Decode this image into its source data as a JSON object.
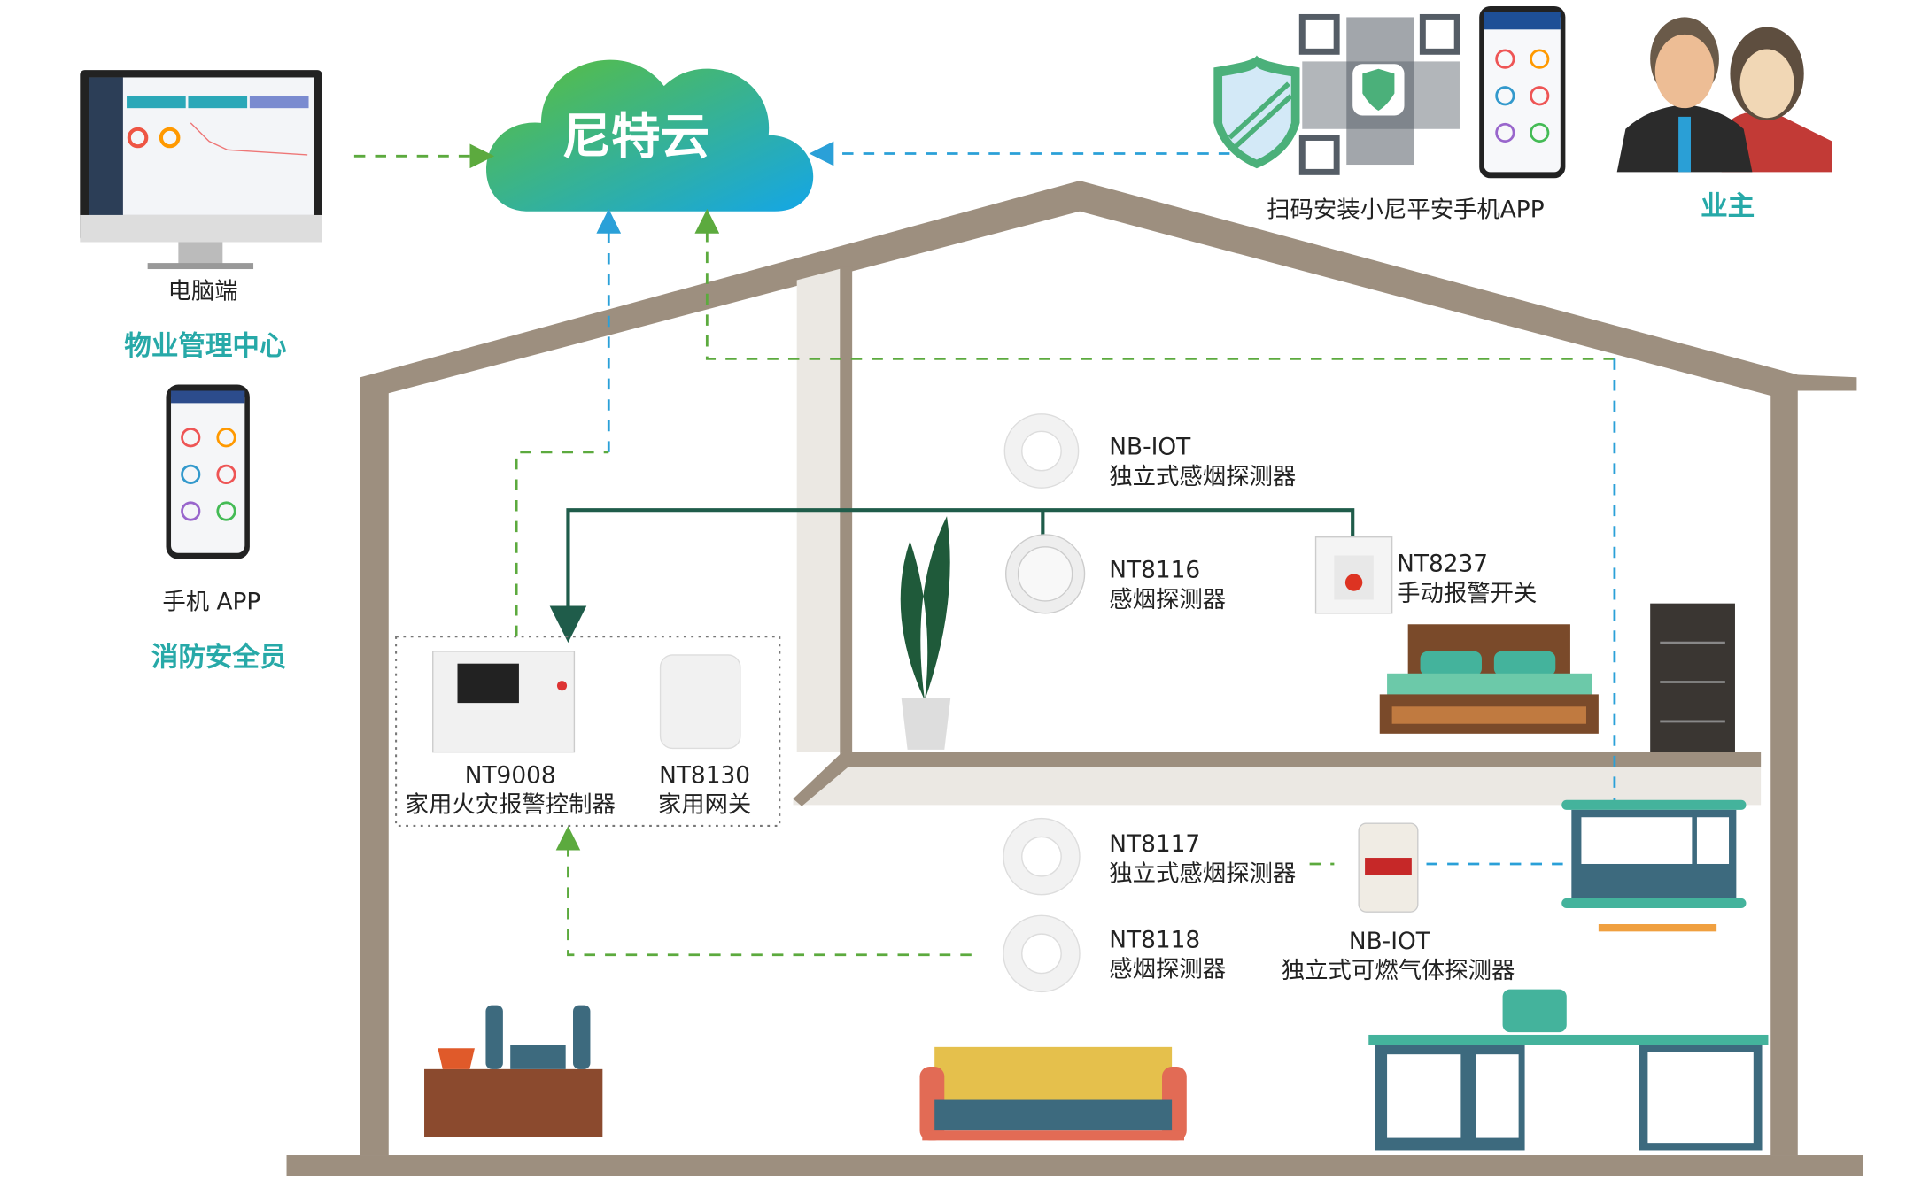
{
  "cloud": {
    "label": "尼特云"
  },
  "pc": {
    "label": "电脑端",
    "group": "物业管理中心"
  },
  "mobile": {
    "label": "手机 APP",
    "group": "消防安全员"
  },
  "app": {
    "label": "扫码安装小尼平安手机APP"
  },
  "owner": {
    "label": "业主"
  },
  "devices": {
    "nbiot_smoke": {
      "model": "NB-IOT",
      "name": "独立式感烟探测器"
    },
    "nt8116": {
      "model": "NT8116",
      "name": "感烟探测器"
    },
    "nt8237": {
      "model": "NT8237",
      "name": "手动报警开关"
    },
    "nt9008": {
      "model": "NT9008",
      "name": "家用火灾报警控制器"
    },
    "nt8130": {
      "model": "NT8130",
      "name": "家用网关"
    },
    "nt8117": {
      "model": "NT8117",
      "name": "独立式感烟探测器"
    },
    "nt8118": {
      "model": "NT8118",
      "name": "感烟探测器"
    },
    "nbiot_gas": {
      "model": "NB-IOT",
      "name": "独立式可燃气体探测器"
    }
  },
  "colors": {
    "teal": "#27a9a8",
    "roof": "#9d8f7f",
    "green_dash": "#5caa3e",
    "blue_dash": "#2aa0d8"
  }
}
